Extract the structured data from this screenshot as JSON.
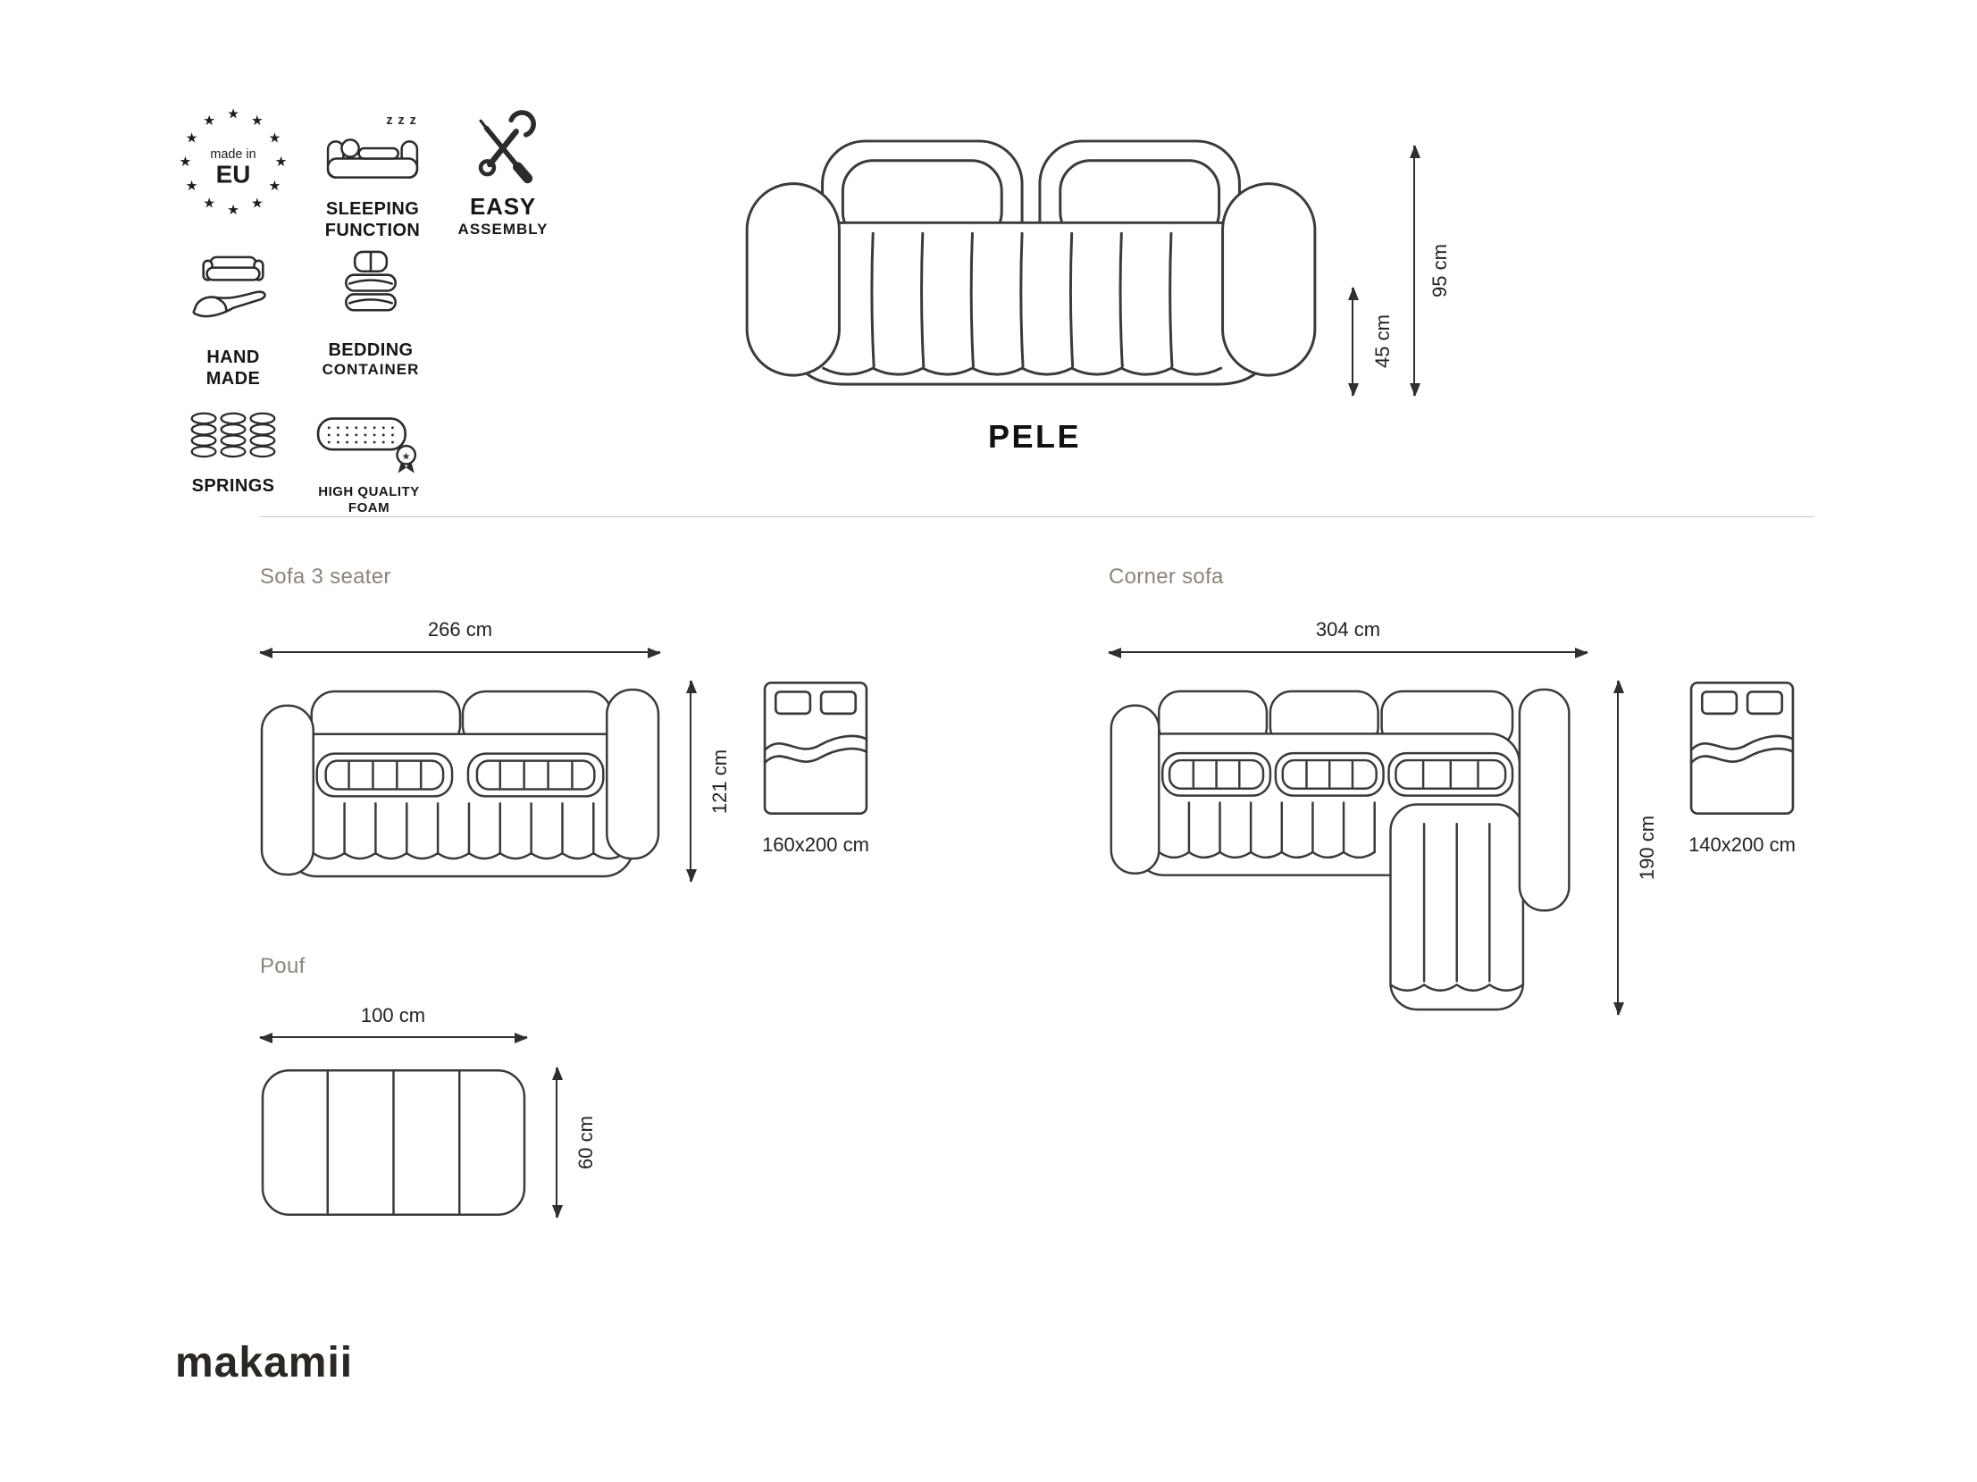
{
  "brand": {
    "logo": "makamii"
  },
  "product": {
    "name": "PELE"
  },
  "features": {
    "made_in_eu": {
      "top": "made in",
      "bottom": "EU"
    },
    "sleeping": {
      "label": "SLEEPING FUNCTION",
      "zzz": "z z z"
    },
    "assembly": {
      "line1": "EASY",
      "line2": "ASSEMBLY"
    },
    "handmade": {
      "label": "HAND MADE"
    },
    "bedding": {
      "line1": "BEDDING",
      "line2": "CONTAINER"
    },
    "springs": {
      "label": "SPRINGS"
    },
    "foam": {
      "line1": "HIGH QUALITY",
      "line2": "FOAM"
    }
  },
  "front_view": {
    "total_height": "95 cm",
    "seat_height": "45 cm"
  },
  "sections": {
    "sofa3": {
      "title": "Sofa 3 seater",
      "width": "266 cm",
      "depth": "121 cm",
      "bed_size": "160x200 cm"
    },
    "corner": {
      "title": "Corner sofa",
      "width": "304 cm",
      "depth": "190 cm",
      "bed_size": "140x200 cm"
    },
    "pouf": {
      "title": "Pouf",
      "width": "100 cm",
      "depth": "60 cm"
    }
  }
}
